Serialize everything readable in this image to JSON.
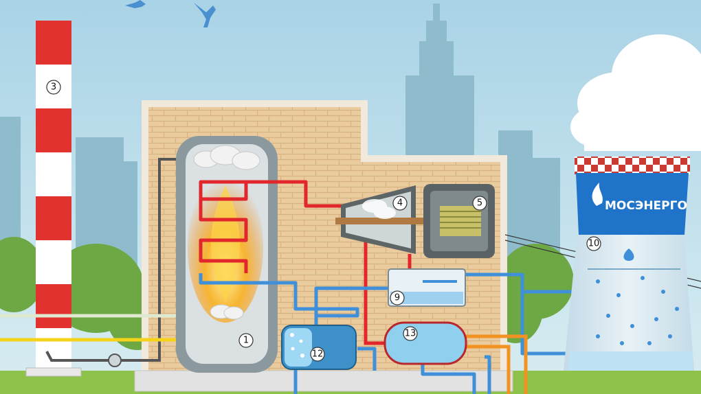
{
  "brand": {
    "logo": "gazprom-flame-logo",
    "name": "МОСЭНЕРГО",
    "colors": {
      "tower_blue": "#1f74c9",
      "brand_white": "#ffffff",
      "checker_red": "#c93a32"
    }
  },
  "colors": {
    "sky": "#b9dcea",
    "brick": "#e9c99c",
    "steam_red": "#e1262c",
    "water_blue": "#3f8fd9",
    "gas_yellow": "#f5d31a",
    "hot_orange": "#f29222",
    "chimney_red": "#e2322f",
    "grass": "#8ec24a"
  },
  "labels": {
    "boiler": "1",
    "chimney": "3",
    "turbine": "4",
    "generator": "5",
    "condenser": "9",
    "cooling_tower": "10",
    "deaerator": "12",
    "heater": "13"
  }
}
